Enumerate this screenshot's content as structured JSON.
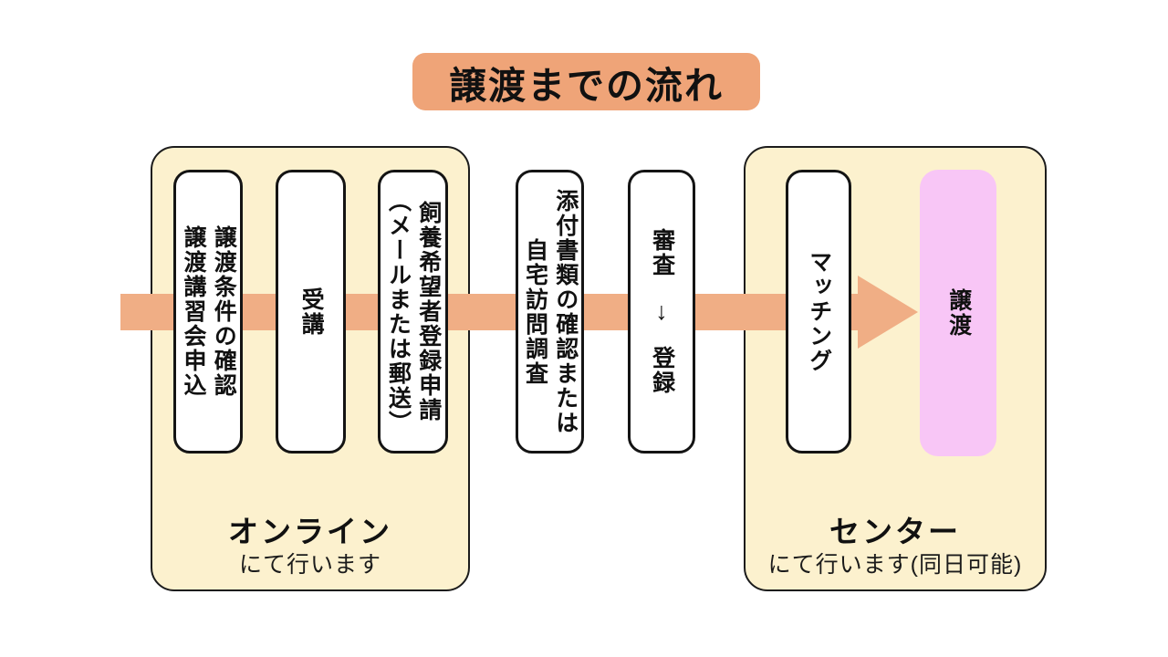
{
  "title": "譲渡までの流れ",
  "colors": {
    "title_bg": "#EFA478",
    "arrow": "#F0AE85",
    "zone_bg": "#FCF1CE",
    "final_step_bg": "#F8C6F6",
    "box_border": "#141414"
  },
  "flow": {
    "direction": "left-to-right",
    "steps": [
      {
        "id": "step-1",
        "lines": [
          "譲渡条件の確認",
          "譲渡講習会申込"
        ]
      },
      {
        "id": "step-2",
        "lines": [
          "受講"
        ]
      },
      {
        "id": "step-3",
        "lines": [
          "飼養希望者登録申請",
          "（メールまたは郵送）"
        ]
      },
      {
        "id": "step-4",
        "lines": [
          "添付書類の確認または",
          "自宅訪問調査"
        ]
      },
      {
        "id": "step-5",
        "lines": [
          "審査",
          "↓",
          "登録"
        ]
      },
      {
        "id": "step-6",
        "lines": [
          "マッチング"
        ]
      },
      {
        "id": "step-7",
        "lines": [
          "譲渡"
        ],
        "highlight": true
      }
    ]
  },
  "zones": {
    "online": {
      "name": "オンライン",
      "note": "にて行います"
    },
    "center": {
      "name": "センター",
      "note": "にて行います(同日可能)"
    }
  }
}
